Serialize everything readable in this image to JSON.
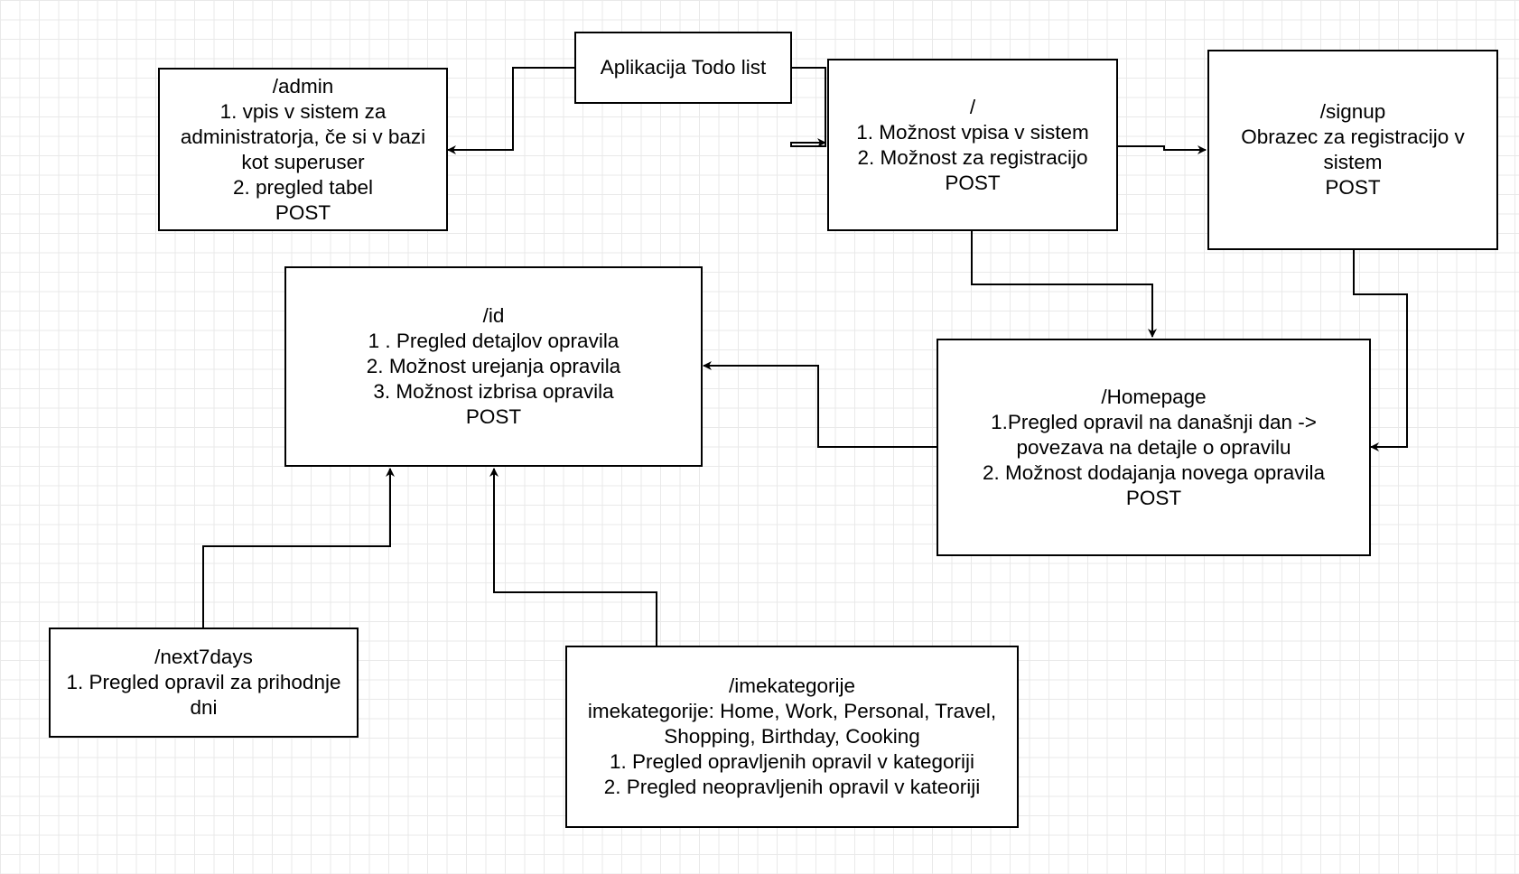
{
  "nodes": {
    "app": {
      "lines": [
        "Aplikacija Todo list"
      ]
    },
    "admin": {
      "lines": [
        "/admin",
        "1. vpis v sistem za",
        "administratorja, če si v bazi",
        "kot superuser",
        "2. pregled tabel",
        "POST"
      ]
    },
    "root": {
      "lines": [
        "/",
        "1. Možnost vpisa v sistem",
        "2. Možnost za registracijo",
        "POST"
      ]
    },
    "signup": {
      "lines": [
        "/signup",
        "Obrazec za registracijo v",
        "sistem",
        "POST"
      ]
    },
    "id": {
      "lines": [
        "/id",
        "1 . Pregled detajlov opravila",
        "2. Možnost urejanja opravila",
        "3. Možnost izbrisa opravila",
        "POST"
      ]
    },
    "homepage": {
      "lines": [
        "/Homepage",
        "1.Pregled opravil na današnji dan ->",
        "povezava na detajle o opravilu",
        "2. Možnost dodajanja novega opravila",
        "POST"
      ]
    },
    "next7days": {
      "lines": [
        "/next7days",
        "1. Pregled opravil za prihodnje",
        "dni"
      ]
    },
    "imekategorije": {
      "lines": [
        "/imekategorije",
        "imekategorije: Home, Work, Personal, Travel,",
        "Shopping, Birthday, Cooking",
        "1. Pregled opravljenih opravil v kategoriji",
        "2. Pregled neopravljenih opravil v kateoriji"
      ]
    }
  },
  "colors": {
    "stroke": "#000000",
    "grid": "#e9e9e9",
    "background": "#ffffff"
  }
}
